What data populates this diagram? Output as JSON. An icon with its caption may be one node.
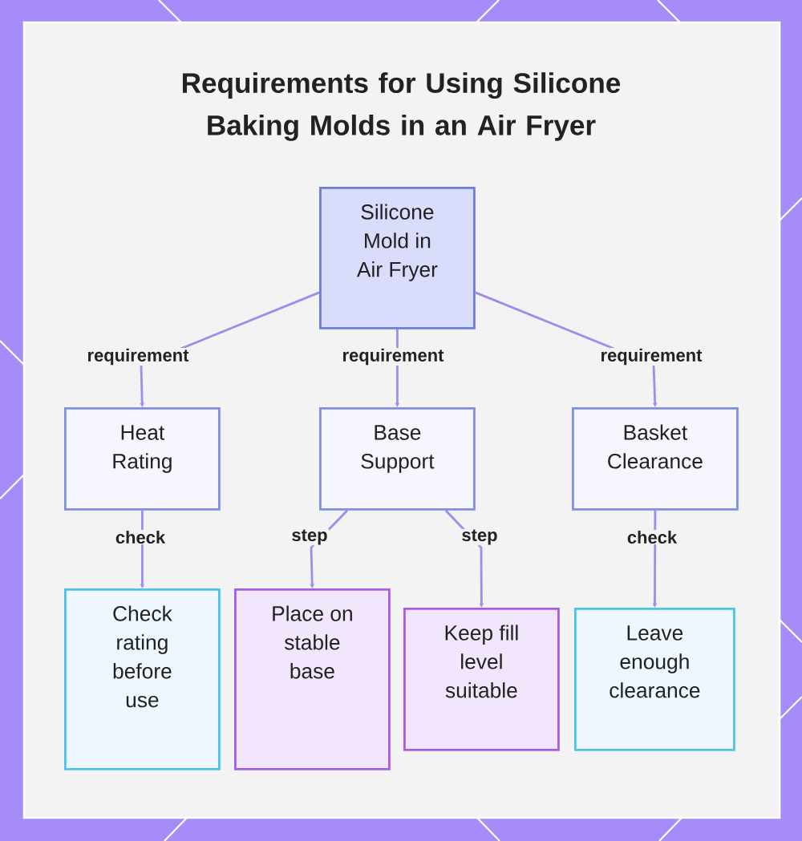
{
  "diagram": {
    "title": "Requirements for Using Silicone Baking Molds in an Air Fryer",
    "nodes": [
      {
        "text": [
          "Silicone Mold in Air Fryer"
        ]
      },
      {
        "text": [
          "Heat Rating"
        ]
      },
      {
        "text": [
          "Base Support"
        ]
      },
      {
        "text": [
          "Basket Clearance"
        ]
      },
      {
        "text": [
          "Check rating before use"
        ]
      },
      {
        "text": [
          "Place on stable base"
        ]
      },
      {
        "text": [
          "Keep fill level suitable"
        ]
      },
      {
        "text": [
          "Leave enough clearance"
        ]
      }
    ],
    "edges": [
      {
        "from": 0,
        "to": 1,
        "arrow": "to",
        "label": "requirement"
      },
      {
        "from": 0,
        "to": 2,
        "arrow": "to",
        "label": "requirement"
      },
      {
        "from": 0,
        "to": 3,
        "arrow": "to",
        "label": "requirement"
      },
      {
        "from": 1,
        "to": 4,
        "arrow": "to",
        "label": "check"
      },
      {
        "from": 2,
        "to": 5,
        "arrow": "to",
        "label": "step"
      },
      {
        "from": 2,
        "to": 6,
        "arrow": "to",
        "label": "step"
      },
      {
        "from": 3,
        "to": 7,
        "arrow": "to",
        "label": "check"
      }
    ]
  }
}
